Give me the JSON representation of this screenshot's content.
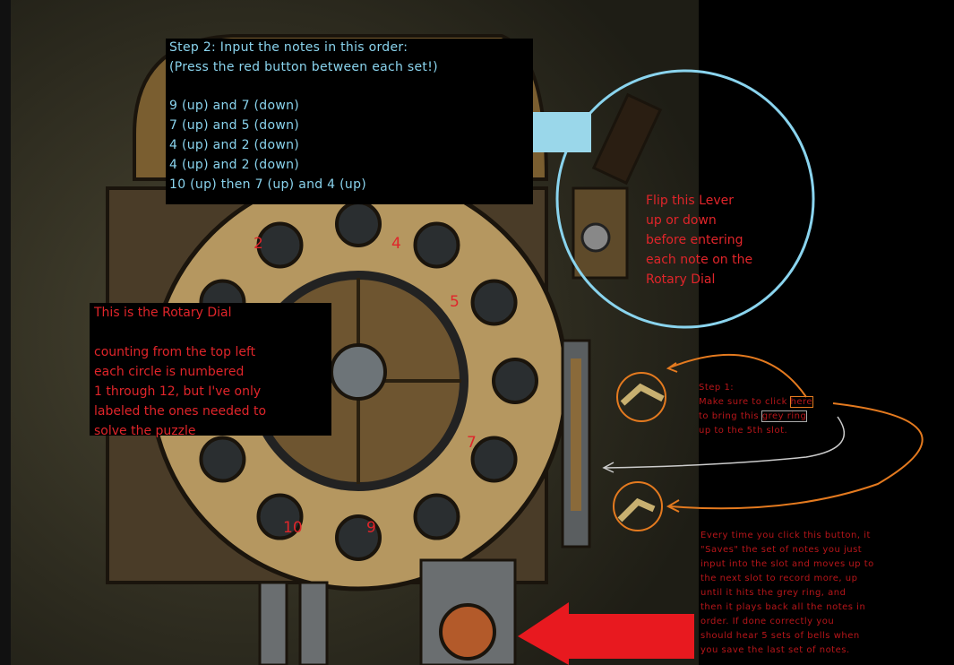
{
  "step2": {
    "title": "Step 2: Input the notes in this order:",
    "subtitle": "(Press the red button between each set!)",
    "lines": [
      "9 (up) and 7 (down)",
      "7 (up) and 5 (down)",
      "4 (up) and 2 (down)",
      "4 (up) and 2 (down)",
      "10 (up) then 7 (up) and 4 (up)"
    ]
  },
  "dial_note": {
    "title": "This is the Rotary Dial",
    "lines": [
      "counting from the top left",
      "each circle is numbered",
      "1 through 12, but I've only",
      "labeled the ones needed to",
      "solve the puzzle"
    ]
  },
  "lever_note": [
    "Flip this Lever",
    "up or down",
    "before entering",
    "each note on the",
    "Rotary Dial"
  ],
  "step1": {
    "title": "Step 1:",
    "line1_pre": "Make sure to click ",
    "line1_link": "here",
    "line2_pre": "to bring this ",
    "line2_link": "grey ring",
    "line3": "up to the 5th slot."
  },
  "button_note": [
    "Every time you click this button, it",
    "\"Saves\" the set of notes you just",
    "input into the slot and moves up to",
    "the next slot to record more, up",
    "until it hits the grey ring, and",
    "then it plays back all the notes in",
    "order. If done correctly you",
    "should hear 5 sets of bells when",
    "you save the last set of notes."
  ],
  "dial_numbers": {
    "n2": "2",
    "n4": "4",
    "n5": "5",
    "n7": "7",
    "n9": "9",
    "n10": "10"
  },
  "colors": {
    "note_red": "#e0252a",
    "step_blue": "#8ad4ee",
    "orange": "#e47a1f",
    "arrow_red": "#e8191f"
  }
}
